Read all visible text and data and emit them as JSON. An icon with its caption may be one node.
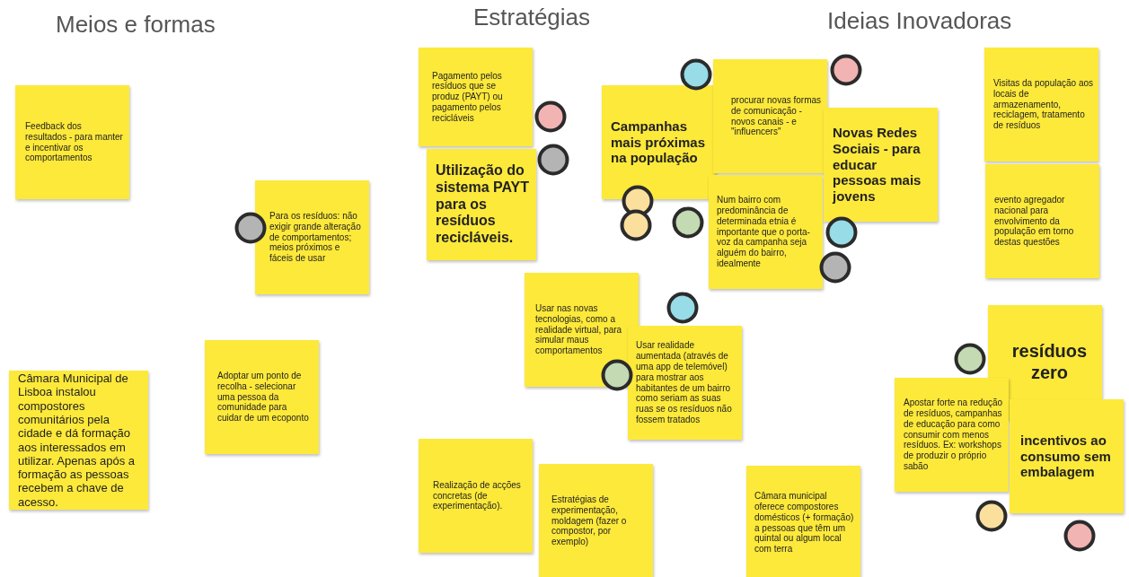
{
  "diagram": {
    "nodes": [
      {
        "text": [
          "Feedback dos resultados - para manter e incentivar os comportamentos"
        ]
      },
      {
        "text": [
          "Para os resíduos: não exigir grande alteração de comportamentos; meios próximos e fáceis de usar"
        ]
      },
      {
        "text": [
          "Câmara Municipal de Lisboa instalou compostores comunitários pela cidade e dá formação aos interessados em utilizar. Apenas após a formação as pessoas recebem a chave de acesso."
        ]
      },
      {
        "text": [
          "Adoptar um ponto de recolha - selecionar uma pessoa da comunidade para cuidar de um ecoponto"
        ]
      },
      {
        "text": [
          "Pagamento pelos resíduos que se produz (PAYT) ou pagamento pelos recicláveis"
        ]
      },
      {
        "text": [
          "Utilização do sistema PAYT para os resíduos recicláveis."
        ]
      },
      {
        "text": [
          "Campanhas mais próximas na população"
        ]
      },
      {
        "text": [
          "procurar novas formas de comunicação - novos canais - e \"influencers\""
        ]
      },
      {
        "text": [
          "Num bairro com predominância de determinada etnia é importante que o porta-voz da campanha seja alguém do bairro, idealmente"
        ]
      },
      {
        "text": [
          "Novas Redes Sociais - para educar pessoas mais jovens"
        ]
      },
      {
        "text": [
          "Visitas da população aos locais de armazenamento, reciclagem, tratamento de resíduos"
        ]
      },
      {
        "text": [
          "evento agregador nacional para envolvimento da população em torno destas questões"
        ]
      },
      {
        "text": [
          "Usar nas novas tecnologias, como a realidade virtual, para simular maus comportamentos"
        ]
      },
      {
        "text": [
          "Usar realidade aumentada (através de uma app de telemóvel) para mostrar aos habitantes de um bairro como seriam as suas ruas se os resíduos não fossem tratados"
        ]
      },
      {
        "text": [
          "resíduos zero"
        ]
      },
      {
        "text": [
          "Apostar forte na redução de resíduos, campanhas de educação para como consumir com menos resíduos. Ex: workshops de produzir o próprio sabão"
        ]
      },
      {
        "text": [
          "incentivos ao consumo sem embalagem"
        ]
      },
      {
        "text": [
          "Realização de acções concretas (de experimentação)."
        ]
      },
      {
        "text": [
          "Estratégias de experimentação, moldagem (fazer o compostor, por exemplo)"
        ]
      },
      {
        "text": [
          "Câmara municipal oferece compostores domésticos (+ formação) a pessoas que têm um quintal ou algum local com terra"
        ]
      }
    ],
    "labels": [
      "Meios e formas",
      "Estratégias",
      "Ideias Inovadoras"
    ]
  }
}
